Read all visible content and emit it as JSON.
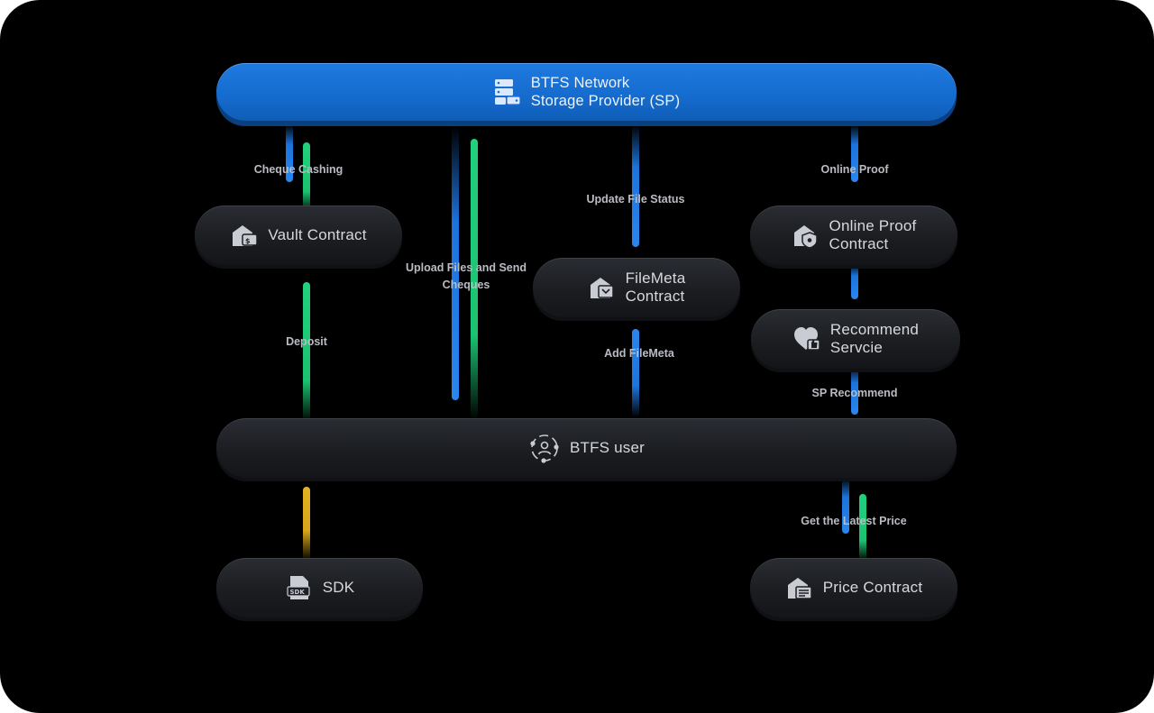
{
  "nodes": {
    "sp": "BTFS Network\nStorage Provider (SP)",
    "vault": "Vault Contract",
    "filemeta": "FileMeta\nContract",
    "online_proof": "Online Proof\nContract",
    "recommend": "Recommend\nServcie",
    "user": "BTFS user",
    "sdk": "SDK",
    "price": "Price Contract"
  },
  "edges": {
    "cheque_cashing": "Cheque Cashing",
    "upload": "Upload Files and Send\nCheques",
    "update_status": "Update File Status",
    "online_proof": "Online Proof",
    "deposit": "Deposit",
    "add_filemeta": "Add FileMeta",
    "sp_recommend": "SP Recommend",
    "latest_price": "Get the Latest Price"
  },
  "icons": {
    "sp": "server-storage-icon",
    "vault": "vault-contract-icon",
    "filemeta": "filemeta-contract-icon",
    "online_proof": "shield-contract-icon",
    "recommend": "heart-thumbs-up-icon",
    "user": "user-network-icon",
    "sdk": "sdk-file-icon",
    "price": "price-contract-icon"
  },
  "colors": {
    "background": "#000000",
    "sp_node": "#1a72d6",
    "node": "#1e2025",
    "blue_edge": "#1c73dc",
    "green_edge": "#1bc270",
    "yellow_edge": "#d6a51c"
  }
}
